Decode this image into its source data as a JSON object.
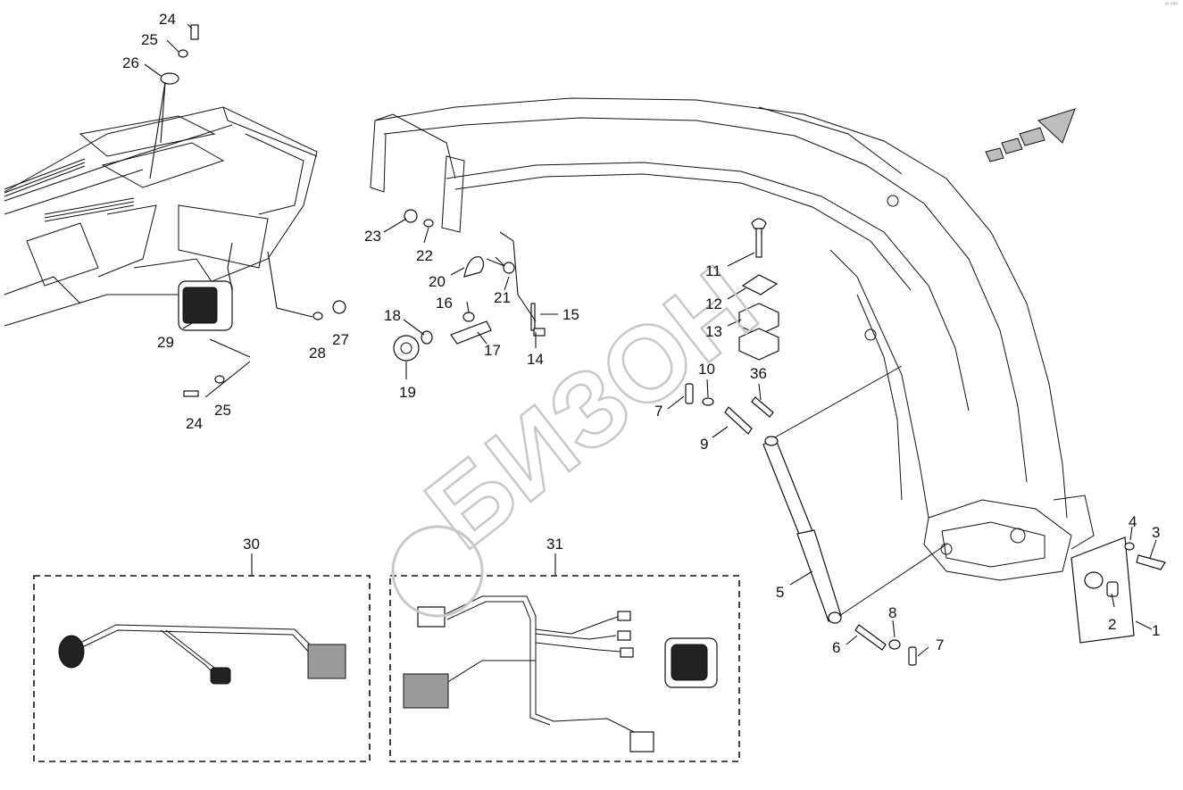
{
  "corner_mark": "ᵐ ᵐᵐ",
  "watermark_text": "БИЗОН",
  "callouts": [
    "1",
    "2",
    "3",
    "4",
    "5",
    "6",
    "7",
    "8",
    "9",
    "10",
    "11",
    "12",
    "13",
    "14",
    "15",
    "16",
    "17",
    "18",
    "19",
    "20",
    "21",
    "22",
    "23",
    "24",
    "25",
    "26",
    "27",
    "28",
    "29",
    "30",
    "31",
    "36"
  ],
  "kits": [
    {
      "number": "30",
      "description_visible": false
    },
    {
      "number": "31",
      "description_visible": false
    }
  ],
  "colors": {
    "line": "#111111",
    "watermark": "#c8c8c8",
    "arrow_fill": "#bdbdbd"
  }
}
